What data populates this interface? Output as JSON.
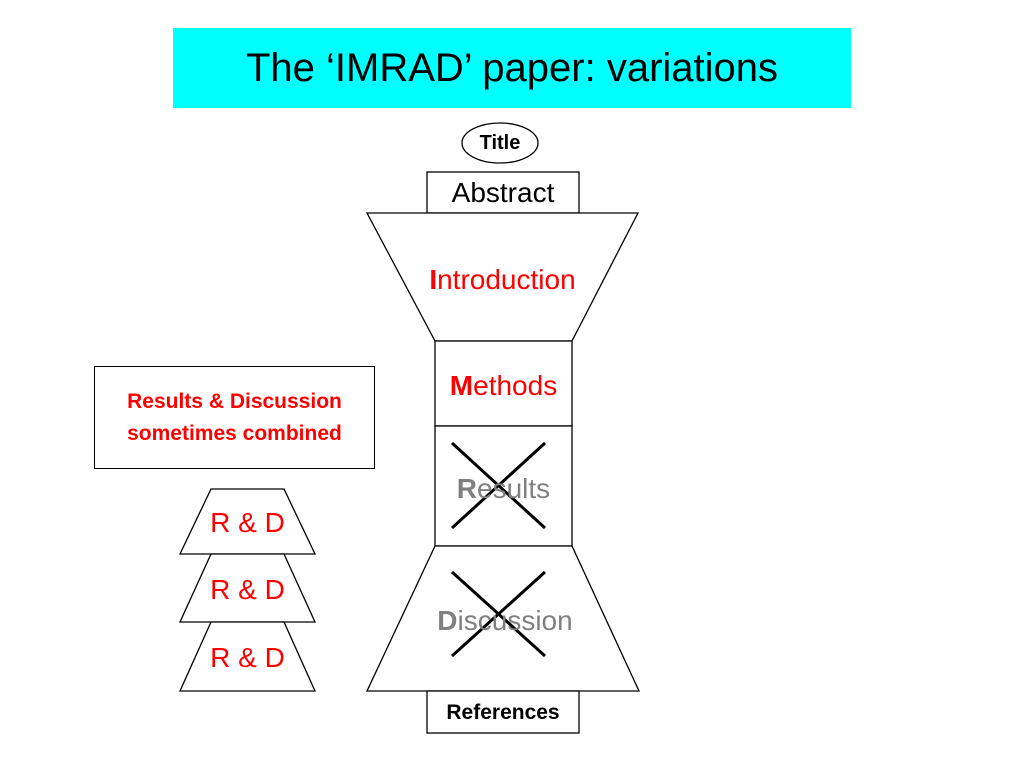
{
  "slide": {
    "title": "The ‘IMRAD’ paper: variations"
  },
  "colors": {
    "banner": "#00ffff",
    "accent_red": "#ff0000",
    "crossed_gray": "#808080",
    "text": "#000000"
  },
  "diagram": {
    "title_oval": "Title",
    "abstract": "Abstract",
    "introduction": {
      "initial": "I",
      "rest": "ntroduction"
    },
    "methods": {
      "initial": "M",
      "rest": "ethods"
    },
    "results": {
      "initial": "R",
      "rest": "esults",
      "crossed_out": true
    },
    "discussion": {
      "initial": "D",
      "rest": "iscussion",
      "crossed_out": true
    },
    "references": "References"
  },
  "note": {
    "line1": "Results & Discussion",
    "line2": "sometimes combined"
  },
  "combined_sections": [
    {
      "label": "R & D"
    },
    {
      "label": "R & D"
    },
    {
      "label": "R & D"
    }
  ]
}
